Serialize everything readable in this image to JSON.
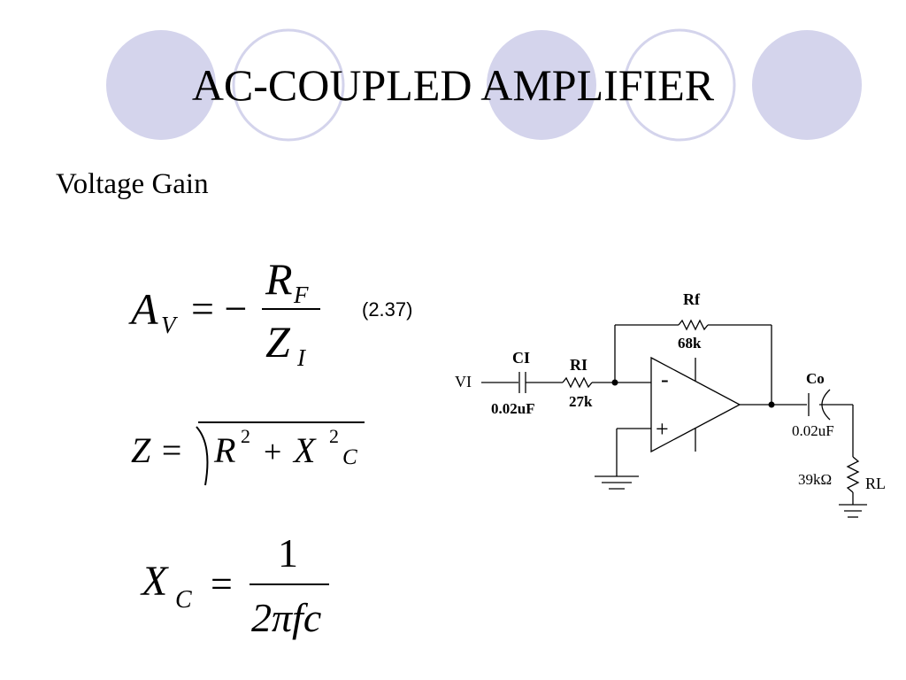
{
  "slide": {
    "title": "AC-COUPLED AMPLIFIER",
    "subtitle": "Voltage Gain",
    "equation_number": "(2.37)"
  },
  "equations": {
    "gain": {
      "lhs": "A",
      "lhs_sub": "V",
      "operator": "= −",
      "numerator": "R",
      "numerator_sub": "F",
      "denominator": "Z",
      "denominator_sub": "I"
    },
    "impedance": {
      "lhs": "Z =",
      "term1": "R",
      "exp1": "2",
      "plus": "+",
      "term2": "X",
      "exp2": "2",
      "term2_sub": "C"
    },
    "reactance": {
      "lhs": "X",
      "lhs_sub": "C",
      "operator": "=",
      "numerator": "1",
      "denominator": "2πfc"
    }
  },
  "circuit": {
    "input_label": "VI",
    "ci_label": "CI",
    "ci_value": "0.02uF",
    "ri_label": "RI",
    "ri_value": "27k",
    "rf_label": "Rf",
    "rf_value": "68k",
    "minus_sign": "-",
    "plus_sign": "+",
    "co_label": "Co",
    "co_value": "0.02uF",
    "rl_value": "39kΩ",
    "rl_label": "RL"
  },
  "colors": {
    "circle_fill": "#d4d4ec",
    "circle_stroke": "#d4d4ec",
    "ink": "#000000"
  }
}
